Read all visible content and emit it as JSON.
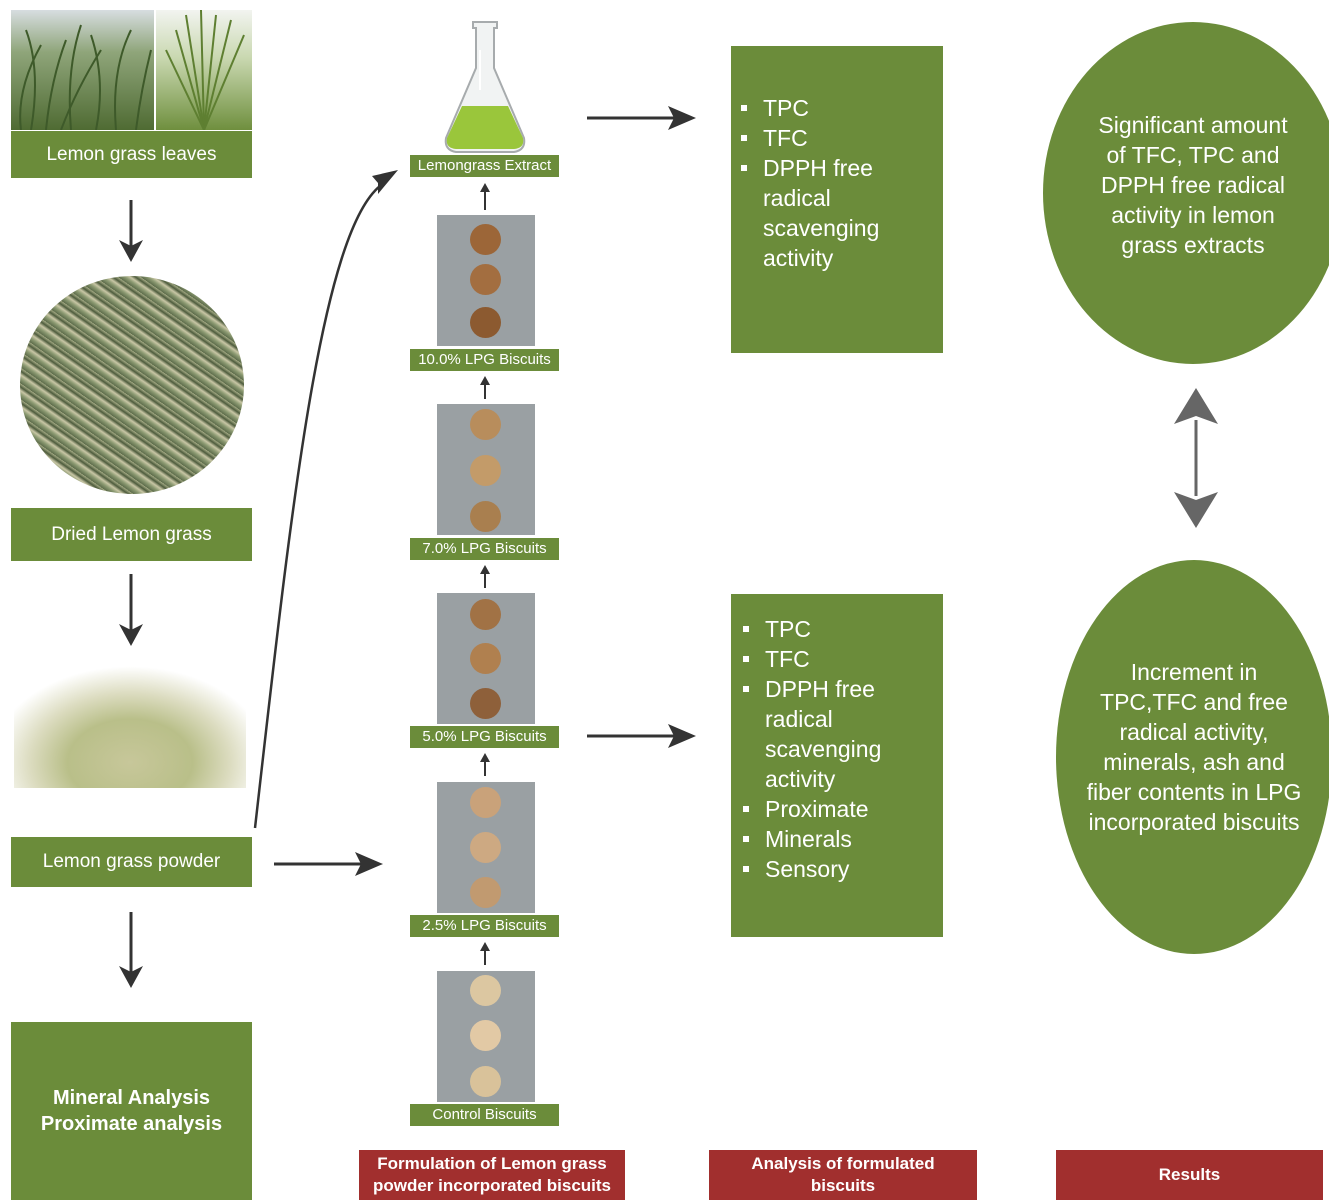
{
  "colors": {
    "green": "#6b8c3a",
    "red": "#a12f2e",
    "arrow": "#333333"
  },
  "left_column": {
    "leaves_label": "Lemon grass leaves",
    "dried_label": "Dried Lemon grass",
    "powder_label": "Lemon grass powder",
    "analysis_line1": "Mineral Analysis",
    "analysis_line2": "Proximate analysis"
  },
  "middle_column": {
    "extract_label": "Lemongrass Extract",
    "biscuits": [
      {
        "label": "10.0% LPG Biscuits"
      },
      {
        "label": "7.0% LPG Biscuits"
      },
      {
        "label": "5.0% LPG Biscuits"
      },
      {
        "label": "2.5% LPG Biscuits"
      },
      {
        "label": "Control Biscuits"
      }
    ]
  },
  "analysis_boxes": {
    "top_items": [
      "TPC",
      "TFC",
      "DPPH free radical scavenging activity"
    ],
    "bottom_items": [
      "TPC",
      "TFC",
      "DPPH free radical scavenging activity",
      "Proximate",
      "Minerals",
      "Sensory"
    ]
  },
  "results": {
    "top_oval": "Significant amount of TFC, TPC and DPPH free radical activity in lemon grass extracts",
    "bottom_oval": "Increment in TPC,TFC and free radical activity, minerals, ash and fiber contents in LPG incorporated biscuits"
  },
  "footer": {
    "formulation": "Formulation of Lemon grass powder incorporated biscuits",
    "analysis": "Analysis of formulated biscuits",
    "results": "Results"
  }
}
